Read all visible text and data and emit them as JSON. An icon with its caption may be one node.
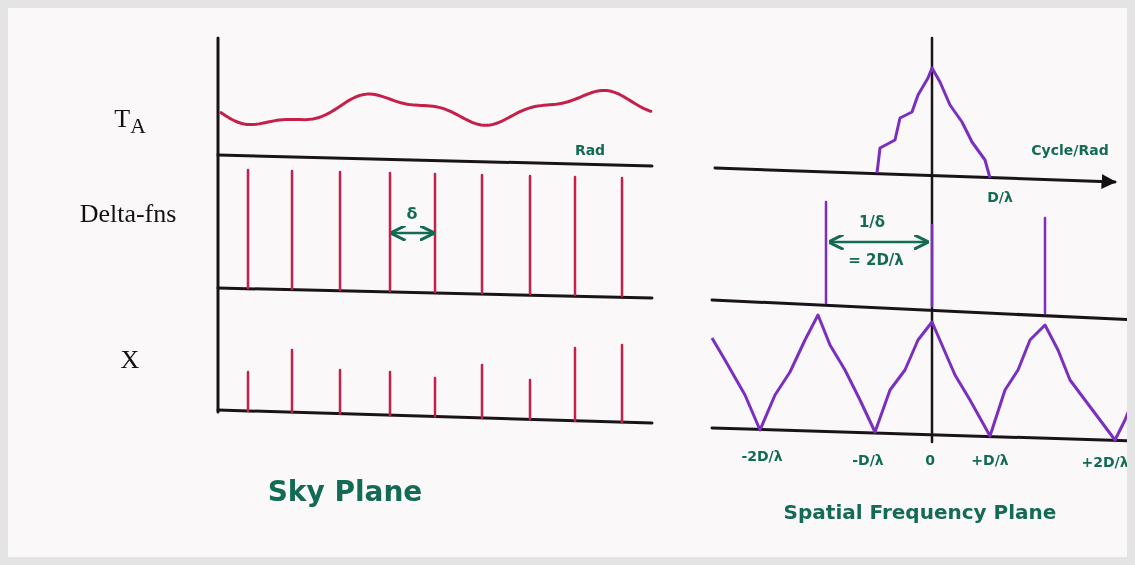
{
  "diagram": {
    "labels": [
      "T$_{A}$",
      "Delta-fns",
      "X",
      "Rad",
      "δ",
      "Sky Plane",
      "Cycle/Rad",
      "D/λ",
      "1/δ",
      "= 2D/λ",
      "-2D/λ",
      "-D/λ",
      "0",
      "+D/λ",
      "+2D/λ",
      "Spatial Frequency Plane"
    ]
  }
}
